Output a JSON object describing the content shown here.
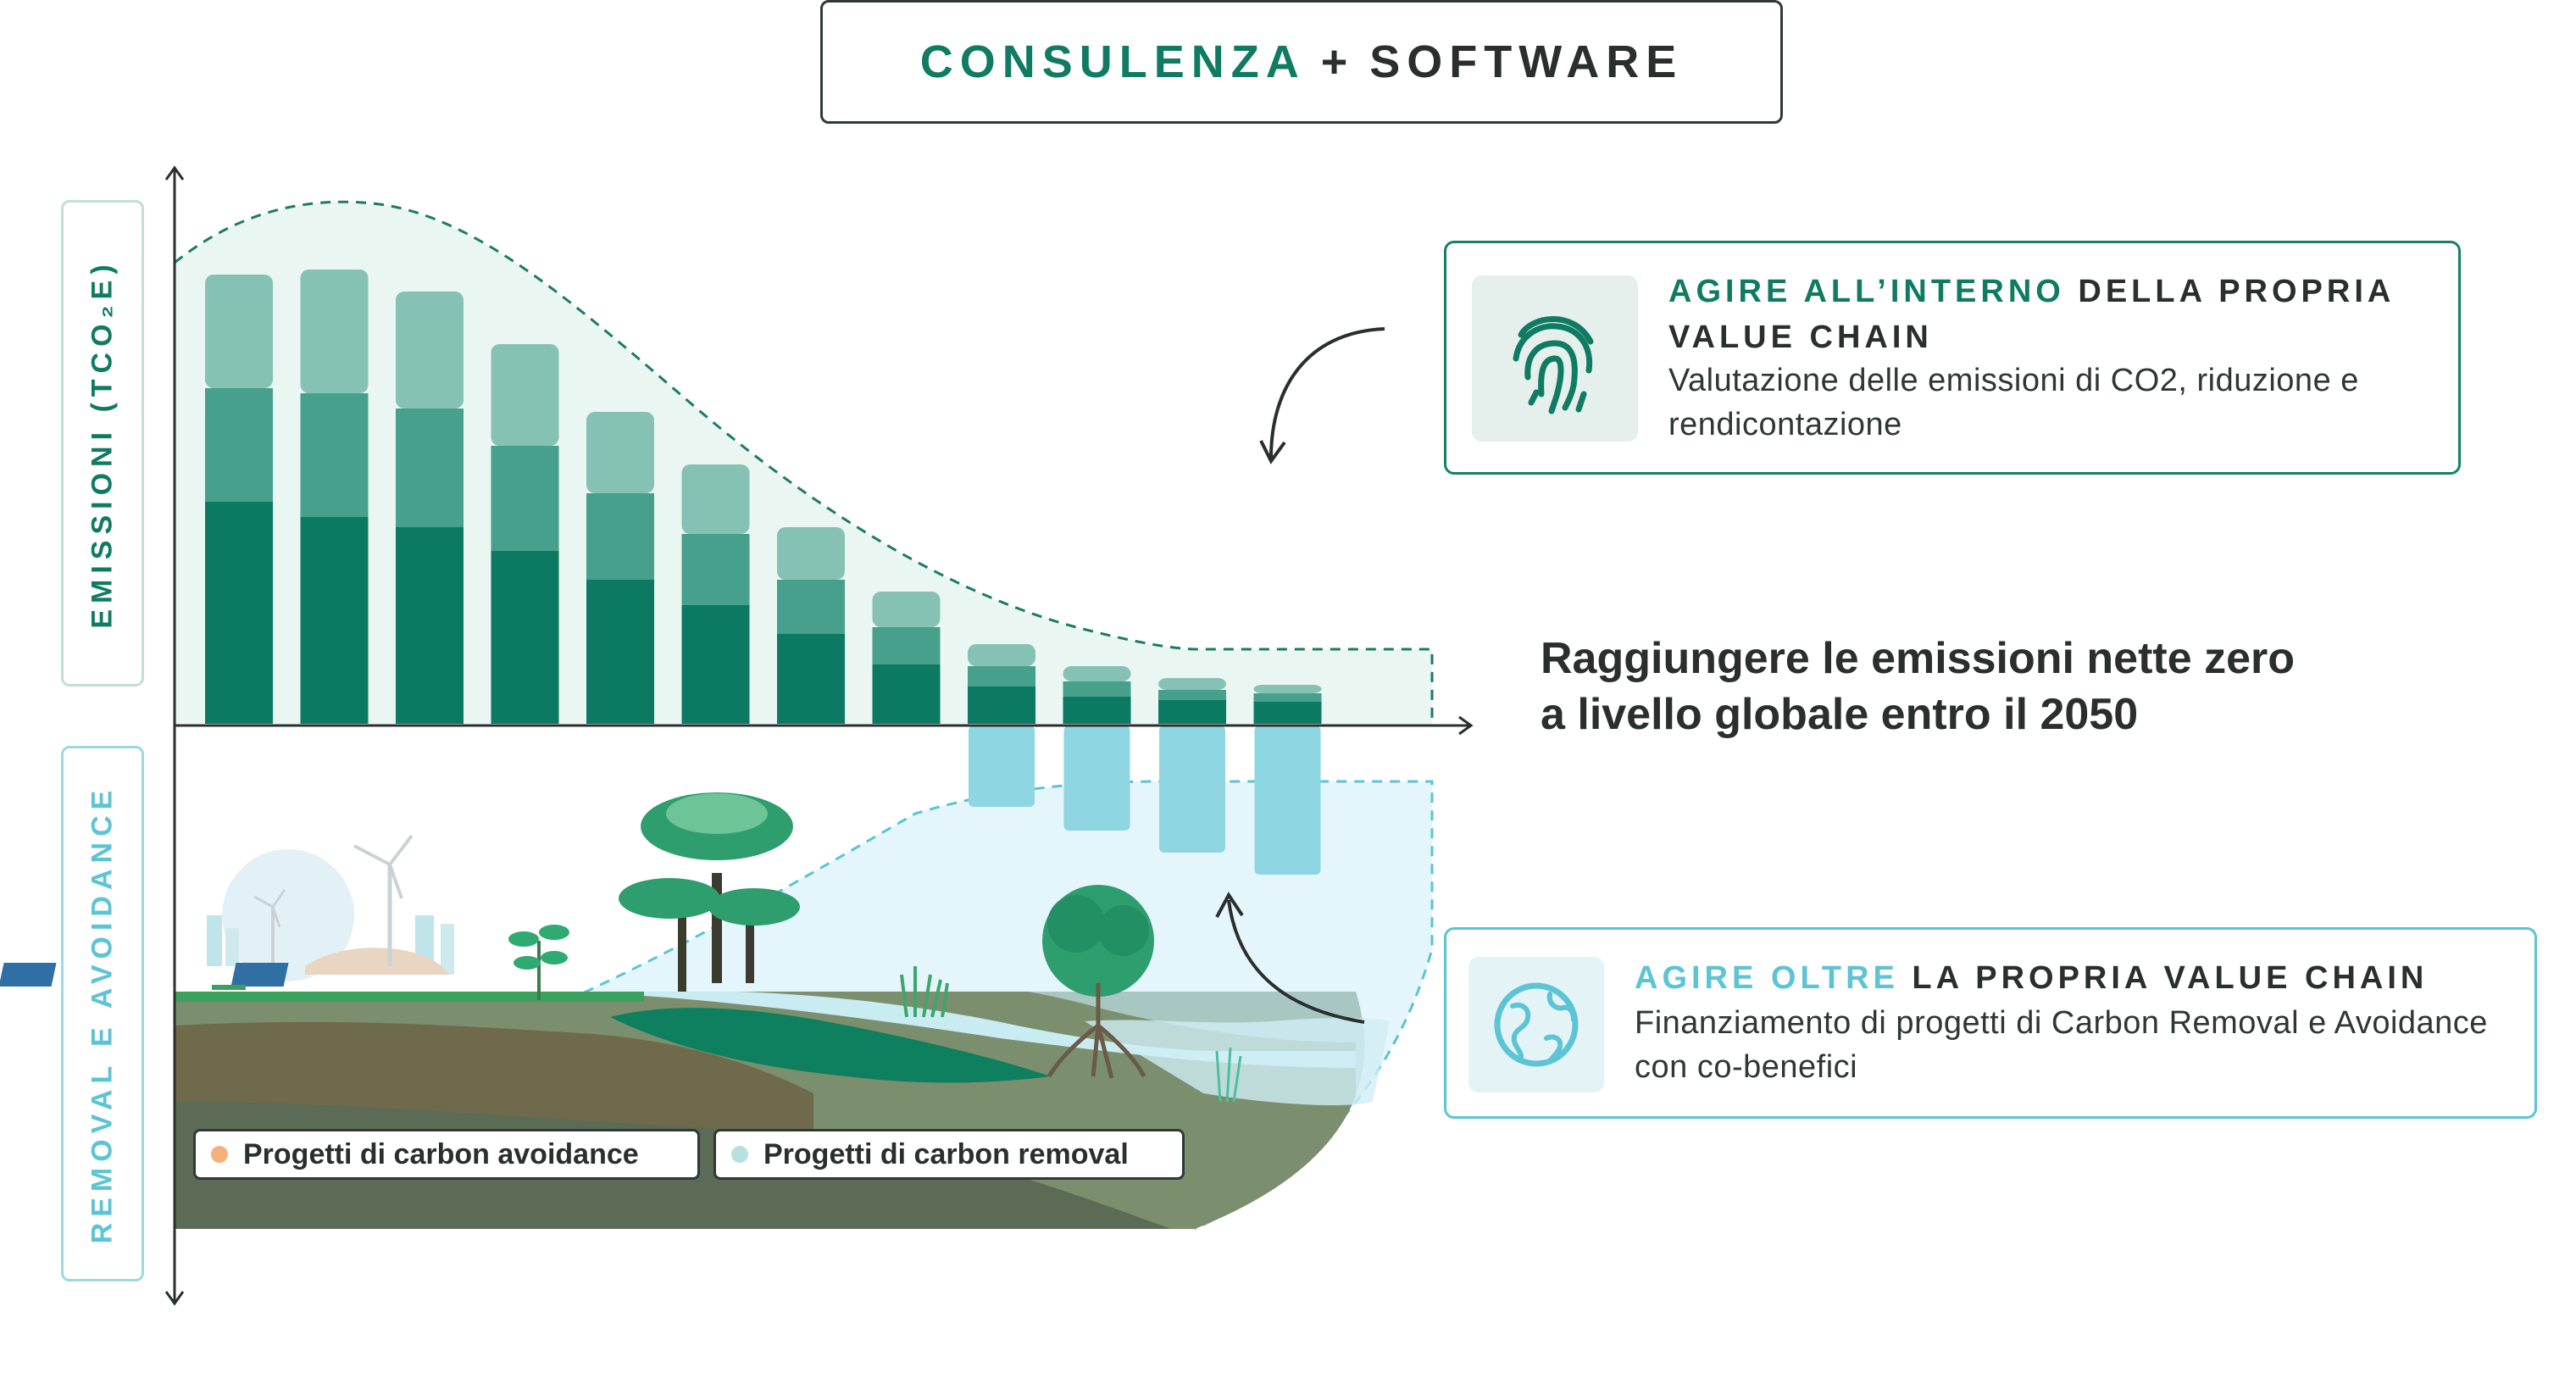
{
  "header": {
    "part1": "CONSULENZA",
    "plus": "+",
    "part2": "SOFTWARE"
  },
  "axis": {
    "emissions_label": "EMISSIONI (TCO₂E)",
    "removal_label": "REMOVAL E AVOIDANCE"
  },
  "box_inside": {
    "title_highlight": "AGIRE ALL’INTERNO",
    "title_rest": "DELLA PROPRIA VALUE CHAIN",
    "description": "Valutazione delle emissioni di CO2, riduzione e rendicontazione",
    "icon": "fingerprint-icon",
    "accent": "#0f7b63"
  },
  "box_beyond": {
    "title_highlight": "AGIRE OLTRE",
    "title_rest": "LA PROPRIA VALUE CHAIN",
    "description": "Finanziamento di progetti di Carbon Removal e Avoidance con co-benefici",
    "icon": "globe-icon",
    "accent": "#5cc4d4"
  },
  "goal_text": "Raggiungere le emissioni nette zero a livello globale entro il 2050",
  "legend": [
    {
      "label": "Progetti di carbon avoidance",
      "color": "#f2b27a"
    },
    {
      "label": "Progetti di carbon removal",
      "color": "#b9e0e0"
    }
  ],
  "colors": {
    "dark_green": "#0c7a62",
    "mid_green": "#47a08b",
    "light_green": "#86c2b4",
    "removal_blue": "#8ed6e2",
    "area_green": "#e8f5f0",
    "area_blue": "#e3f5fb",
    "text_dark": "#2a2f2e"
  }
}
